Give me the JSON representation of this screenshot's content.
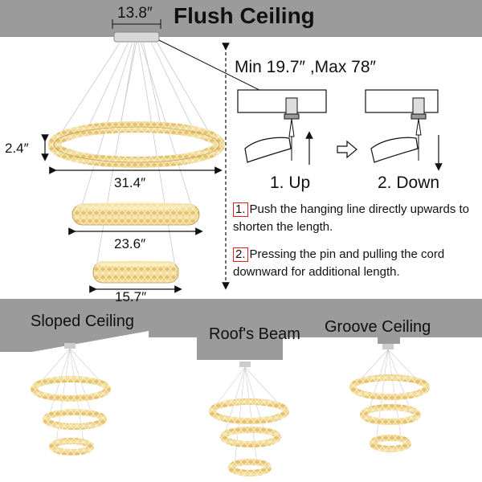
{
  "header": {
    "title": "Flush Ceiling",
    "canopy_width": "13.8″"
  },
  "dimensions": {
    "ring_height": "2.4″",
    "large_ring_diameter": "31.4″",
    "medium_ring_diameter": "23.6″",
    "small_ring_diameter": "15.7″"
  },
  "adjustment": {
    "range": "Min 19.7″  ,Max 78″",
    "step1_label": "1. Up",
    "step2_label": "2. Down",
    "note1_num": "1.",
    "note1_text": "Push the hanging line directly upwards to shorten the length.",
    "note2_num": "2.",
    "note2_text": "Pressing the pin and pulling the cord downward for additional length."
  },
  "ceiling_types": {
    "sloped": "Sloped Ceiling",
    "beam": "Roof's Beam",
    "groove": "Groove Ceiling"
  },
  "colors": {
    "ceiling_gray": "#9b9b9b",
    "crystal_gold": "#e8c878",
    "highlight_red": "#d22222"
  }
}
